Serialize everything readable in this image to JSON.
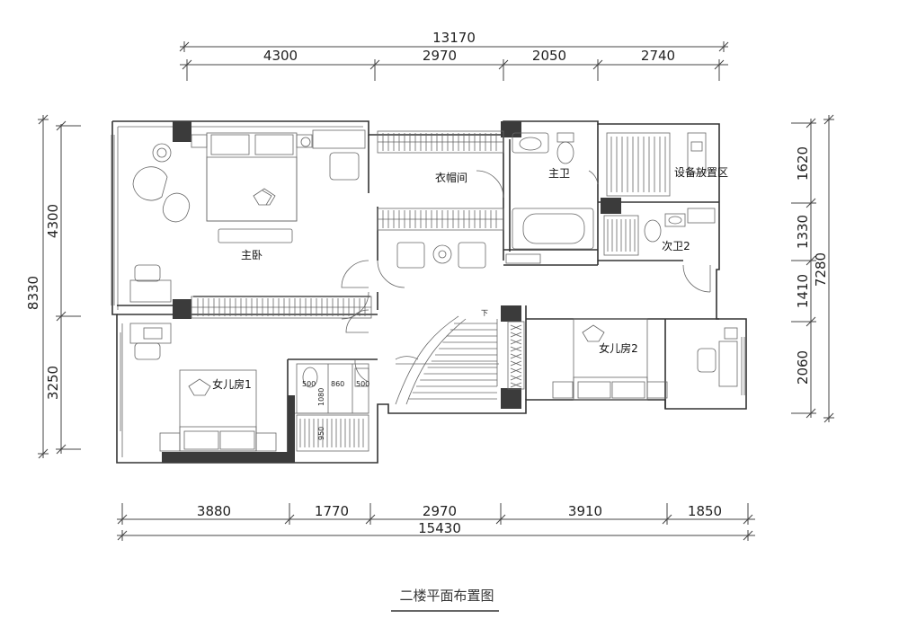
{
  "title": "二楼平面布置图",
  "dims": {
    "top_total": "13170",
    "top": [
      "4300",
      "2970",
      "2050",
      "2740"
    ],
    "bottom": [
      "3880",
      "1770",
      "2970",
      "3910",
      "1850"
    ],
    "bottom_total": "15430",
    "left": [
      "4300",
      "3250"
    ],
    "left_total": "8330",
    "right": [
      "1620",
      "1330",
      "1410",
      "2060"
    ],
    "right_total": "7280"
  },
  "rooms": {
    "master_bedroom": "主卧",
    "cloakroom": "衣帽间",
    "master_bath": "主卫",
    "equipment_area": "设备放置区",
    "second_bath": "次卫2",
    "daughter_room_1": "女儿房1",
    "daughter_room_2": "女儿房2"
  },
  "annotations": {
    "stair_down": "下",
    "bath_dims": [
      "500",
      "860",
      "500",
      "1080",
      "950"
    ]
  }
}
